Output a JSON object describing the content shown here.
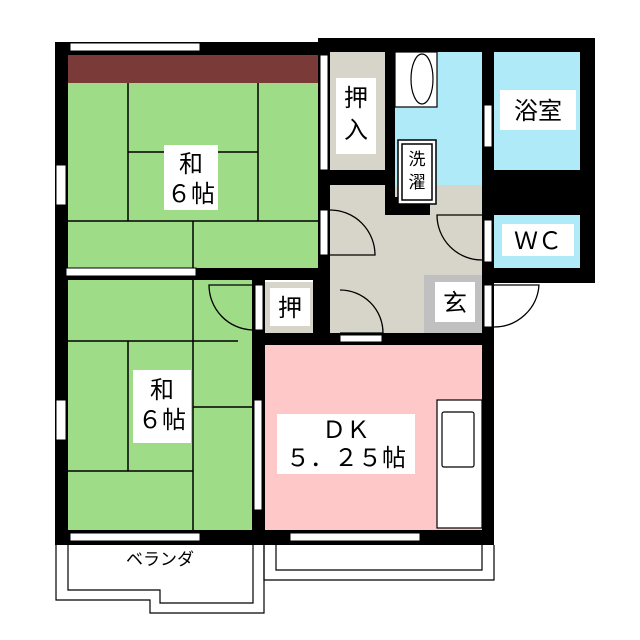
{
  "rooms": {
    "washitsu_upper": {
      "line1": "和",
      "line2": "６帖"
    },
    "washitsu_lower": {
      "line1": "和",
      "line2": "６帖"
    },
    "dk": {
      "line1": "ＤＫ",
      "line2": "５．２５帖"
    },
    "oshiire_upper": {
      "line1": "押",
      "line2": "入"
    },
    "oshiire_lower": {
      "label": "押"
    },
    "bathroom": {
      "label": "浴室"
    },
    "laundry": {
      "line1": "洗",
      "line2": "濯"
    },
    "toilet": {
      "label": "ＷＣ"
    },
    "entrance": {
      "label": "玄"
    },
    "balcony": {
      "label": "ベランダ"
    }
  },
  "colors": {
    "tatami": "#9edc88",
    "tokonoma": "#7a3a38",
    "wet": "#aeeaf8",
    "hall": "#d7d4c9",
    "genkan": "#c0c0c0",
    "dk": "#ffc8c8",
    "wall": "#000000"
  }
}
